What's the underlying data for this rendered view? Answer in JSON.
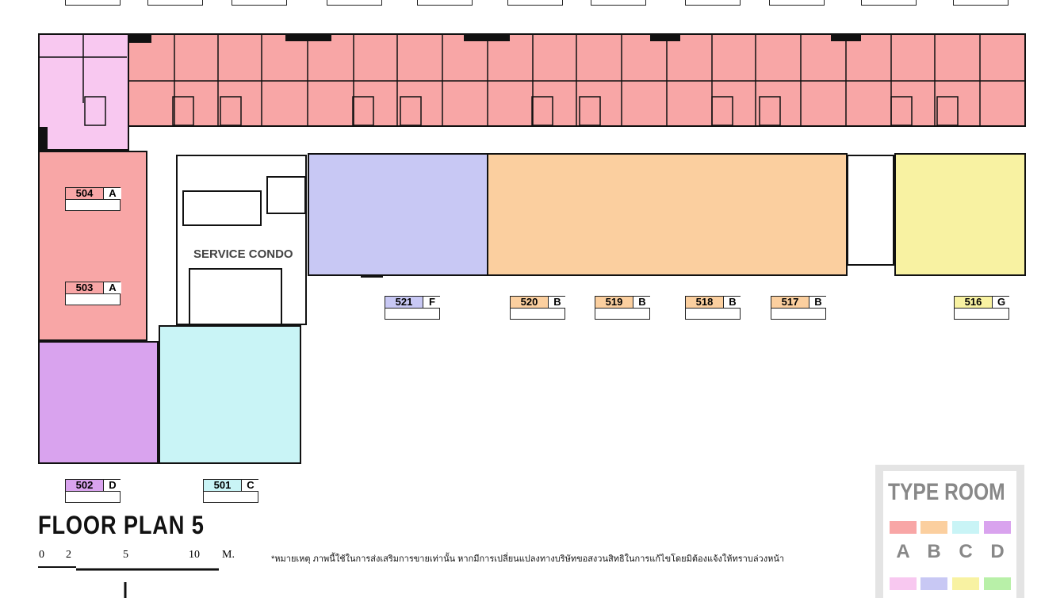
{
  "title": "FLOOR PLAN 5",
  "service_label": "SERVICE CONDO",
  "scale": {
    "ticks": [
      "0",
      "2",
      "5",
      "10"
    ],
    "unit": "M."
  },
  "note": "*หมายเหตุ   ภาพนี้ใช้ในการส่งเสริมการขายเท่านั้น หากมีการเปลี่ยนแปลงทางบริษัทขอสงวนสิทธิในการแก้ไขโดยมิต้องแจ้งให้ทราบล่วงหน้า",
  "units": [
    {
      "num": "504",
      "type": "A"
    },
    {
      "num": "503",
      "type": "A"
    },
    {
      "num": "521",
      "type": "F"
    },
    {
      "num": "520",
      "type": "B"
    },
    {
      "num": "519",
      "type": "B"
    },
    {
      "num": "518",
      "type": "B"
    },
    {
      "num": "517",
      "type": "B"
    },
    {
      "num": "516",
      "type": "G"
    },
    {
      "num": "502",
      "type": "D"
    },
    {
      "num": "501",
      "type": "C"
    }
  ],
  "legend": {
    "title": "TYPE ROOM",
    "types": [
      {
        "letter": "A",
        "color": "#f8a6a6"
      },
      {
        "letter": "B",
        "color": "#fbcf9f"
      },
      {
        "letter": "C",
        "color": "#c9f4f6"
      },
      {
        "letter": "D",
        "color": "#d9a3ee"
      }
    ],
    "extra_colors": [
      "#f8c8f0",
      "#c8c8f4",
      "#f8f2a2",
      "#b8f0a8"
    ]
  }
}
